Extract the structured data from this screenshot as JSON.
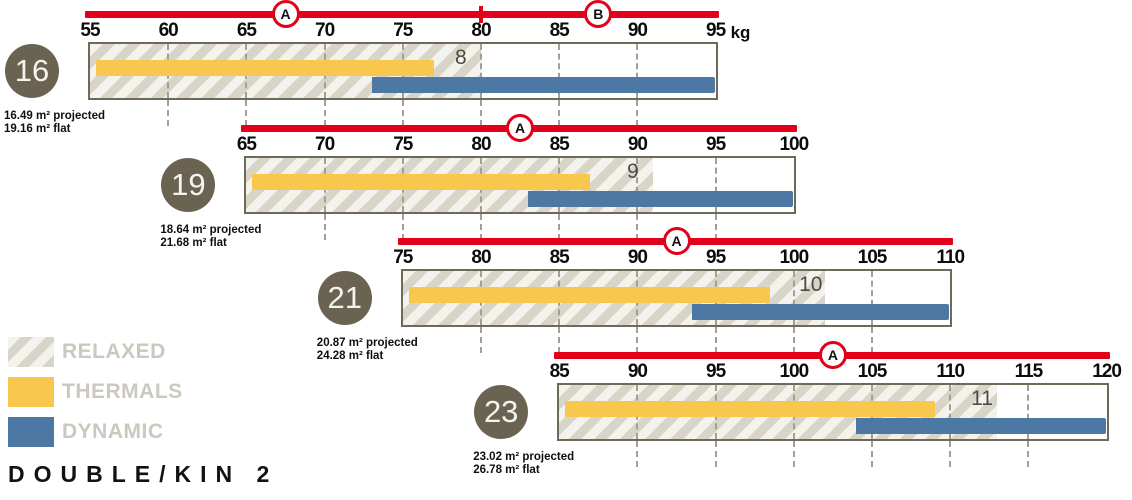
{
  "colors": {
    "cert_red": "#e2001a",
    "thermals_yellow": "#f8c74e",
    "dynamic_blue": "#4d78a4",
    "stripe_light": "#f4f2ec",
    "stripe_dark": "#d8d4c8",
    "box_border": "#6e6958",
    "size_circle": "#6b6352",
    "legend_text": "#cbc8bf"
  },
  "legend": {
    "items": [
      {
        "label": "RELAXED",
        "swatch": "striped"
      },
      {
        "label": "THERMALS",
        "swatch": "yellow"
      },
      {
        "label": "DYNAMIC",
        "swatch": "blue"
      }
    ]
  },
  "brand": {
    "logo_text": "DOUBLE/KIN 2"
  },
  "chart_data": {
    "type": "bar",
    "orientation": "horizontal",
    "unit": "kg",
    "unit_label": "kg",
    "series": [
      "RELAXED",
      "THERMALS",
      "DYNAMIC"
    ],
    "groups": [
      {
        "size": "16",
        "area_projected": "16.49 m² projected",
        "area_flat": "19.16 m² flat",
        "axis": {
          "min": 55,
          "max": 95,
          "tick_step": 5,
          "ticks": [
            55,
            60,
            65,
            70,
            75,
            80,
            85,
            90,
            95
          ],
          "unit_shown": true
        },
        "certification_zones": [
          {
            "label": "A",
            "from": 55,
            "to": 80
          },
          {
            "label": "B",
            "from": 80,
            "to": 95
          }
        ],
        "relaxed_kg": [
          55,
          80
        ],
        "thermals_kg": [
          55,
          77
        ],
        "dynamic_kg": [
          73,
          95
        ],
        "bar_end_label_visible": "8"
      },
      {
        "size": "19",
        "area_projected": "18.64 m² projected",
        "area_flat": "21.68 m² flat",
        "axis": {
          "min": 65,
          "max": 100,
          "tick_step": 5,
          "ticks": [
            65,
            70,
            75,
            80,
            85,
            90,
            95,
            100
          ],
          "unit_shown": false
        },
        "certification_zones": [
          {
            "label": "A",
            "from": 65,
            "to": 100
          }
        ],
        "relaxed_kg": [
          65,
          91
        ],
        "thermals_kg": [
          65,
          87
        ],
        "dynamic_kg": [
          83,
          100
        ],
        "bar_end_label_visible": "9"
      },
      {
        "size": "21",
        "area_projected": "20.87 m² projected",
        "area_flat": "24.28 m² flat",
        "axis": {
          "min": 75,
          "max": 110,
          "tick_step": 5,
          "ticks": [
            75,
            80,
            85,
            90,
            95,
            100,
            105,
            110
          ],
          "unit_shown": false
        },
        "certification_zones": [
          {
            "label": "A",
            "from": 75,
            "to": 110
          }
        ],
        "relaxed_kg": [
          75,
          102
        ],
        "thermals_kg": [
          75,
          98.5
        ],
        "dynamic_kg": [
          93.5,
          110
        ],
        "bar_end_label_visible": "10"
      },
      {
        "size": "23",
        "area_projected": "23.02 m² projected",
        "area_flat": "26.78 m² flat",
        "axis": {
          "min": 85,
          "max": 120,
          "tick_step": 5,
          "ticks": [
            85,
            90,
            95,
            100,
            105,
            110,
            115,
            120
          ],
          "unit_shown": false
        },
        "certification_zones": [
          {
            "label": "A",
            "from": 85,
            "to": 120
          }
        ],
        "relaxed_kg": [
          85,
          113
        ],
        "thermals_kg": [
          85,
          109
        ],
        "dynamic_kg": [
          104,
          120
        ],
        "bar_end_label_visible": "11"
      }
    ]
  }
}
